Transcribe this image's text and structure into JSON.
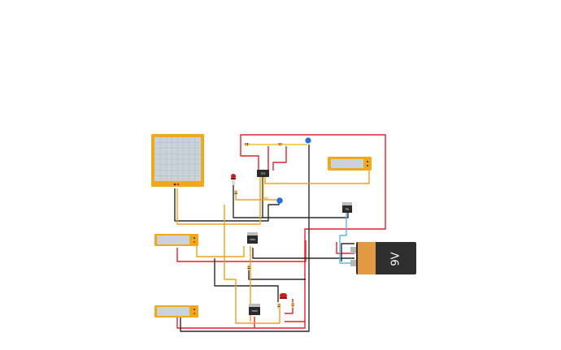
{
  "app": {
    "view": "circuit-schematic-canvas"
  },
  "battery": {
    "label": "9V"
  },
  "chips": {
    "timer_ic_label": "555",
    "regulator_top_label": "78L",
    "regulator_mid_label": "7812",
    "regulator_bottom_label": "7805"
  },
  "colors": {
    "wire_red": "#e0202a",
    "wire_black": "#2a2a2a",
    "wire_orange": "#f0a020",
    "wire_yellow": "#f2c12e",
    "wire_blue": "#58b8e8",
    "instrument_frame": "#f3a81c",
    "screen": "#c9d3d9",
    "battery_body": "#2e2e2e",
    "battery_label": "#e39a45",
    "led_red": "#c81e1e",
    "capacitor_blue": "#2a6fd0"
  },
  "icons": {
    "oscilloscope": "oscilloscope-icon",
    "multimeter": "multimeter-icon",
    "battery": "battery-9v-icon",
    "led": "led-icon",
    "capacitor": "capacitor-icon",
    "resistor": "resistor-icon",
    "ic": "ic-chip-icon",
    "regulator": "voltage-regulator-icon"
  }
}
